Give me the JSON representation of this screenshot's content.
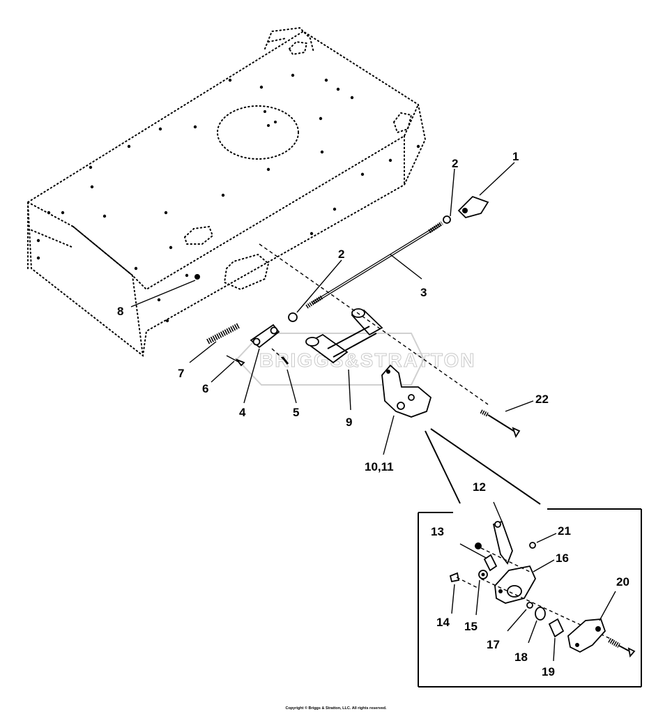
{
  "diagram": {
    "watermark_text": "BRIGGS&STRATTON",
    "copyright": "Copyright © Briggs & Stratton, LLC. All rights reserved.",
    "labels": {
      "p1": "1",
      "p2a": "2",
      "p2b": "2",
      "p3": "3",
      "p4": "4",
      "p5": "5",
      "p6": "6",
      "p7": "7",
      "p8": "8",
      "p9": "9",
      "p10_11": "10,11",
      "p12": "12",
      "p13": "13",
      "p14": "14",
      "p15": "15",
      "p16": "16",
      "p17": "17",
      "p18": "18",
      "p19": "19",
      "p20": "20",
      "p21": "21",
      "p22": "22"
    }
  }
}
